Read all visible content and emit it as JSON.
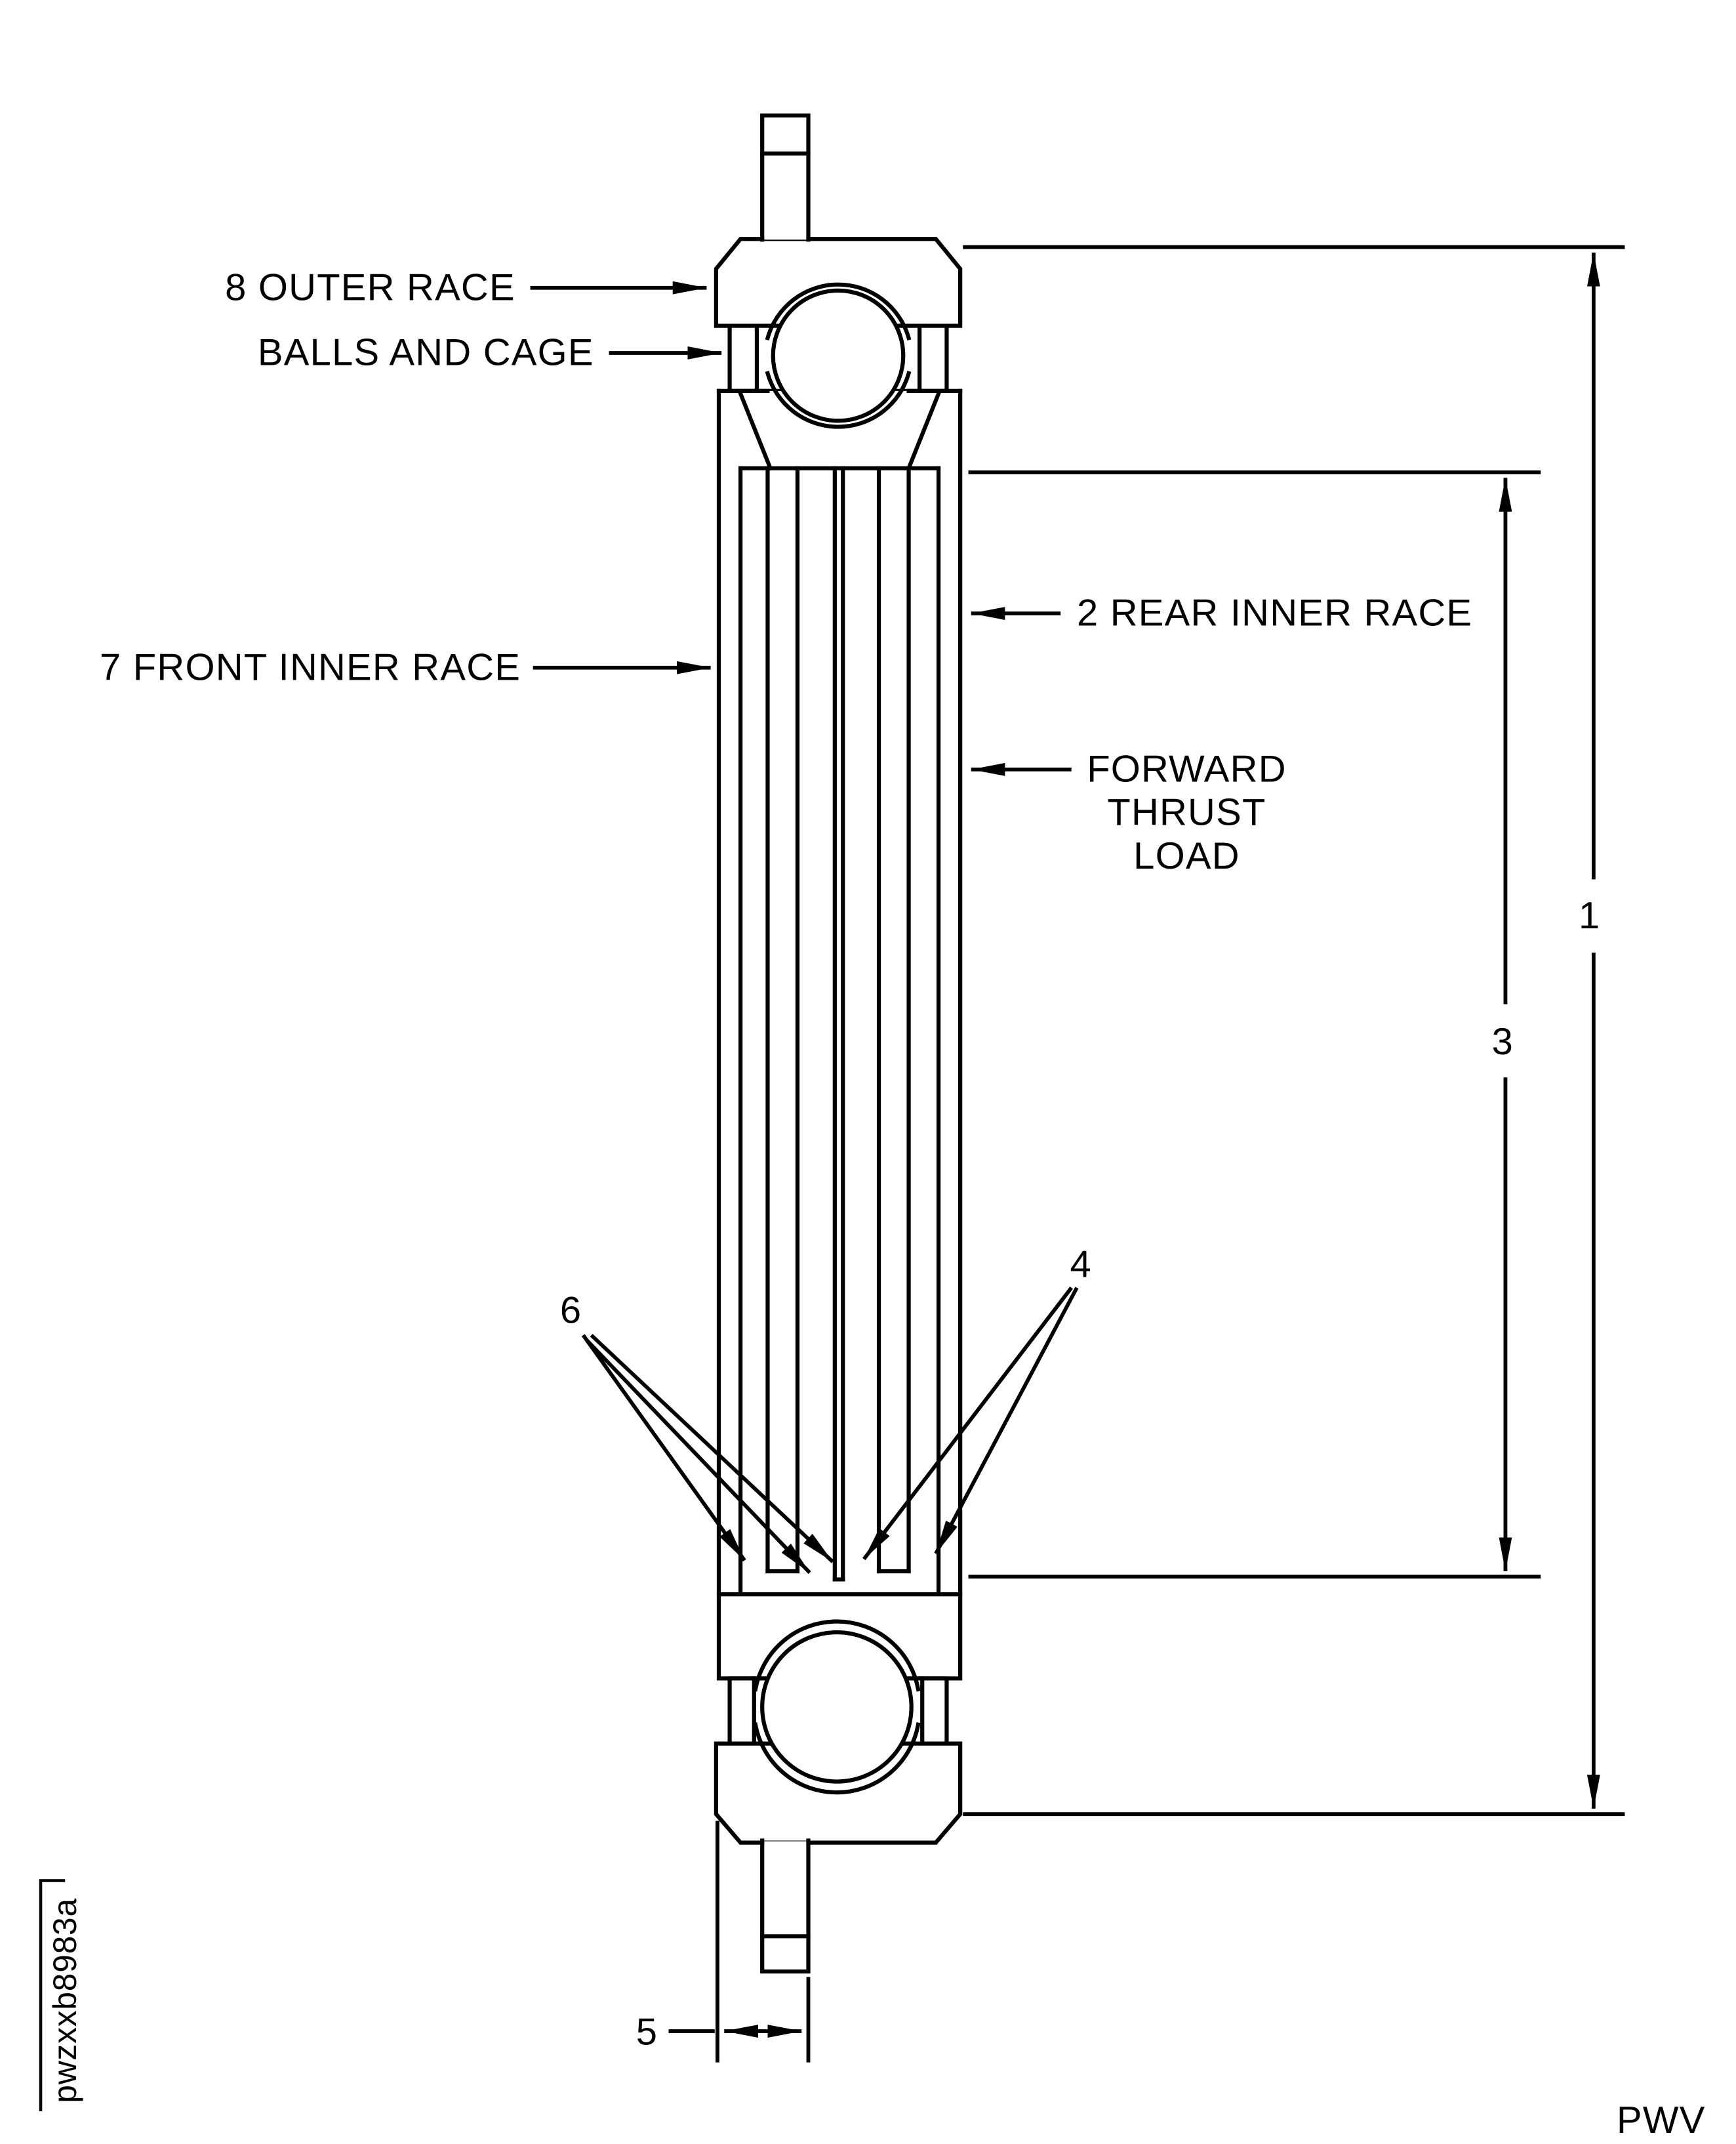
{
  "figure": {
    "labels": {
      "outer_race": "8 OUTER RACE",
      "balls_and_cage": "BALLS AND CAGE",
      "front_inner_race": "7 FRONT INNER RACE",
      "rear_inner_race": "2 REAR INNER RACE",
      "forward_thrust_1": "FORWARD",
      "forward_thrust_2": "THRUST",
      "forward_thrust_3": "LOAD",
      "dim_1": "1",
      "dim_3": "3",
      "callout_4": "4",
      "dim_5": "5",
      "callout_6": "6",
      "figure_code": "pwzxxb8983a",
      "footer_code": "PWV"
    },
    "colors": {
      "line": "#000000",
      "background": "#ffffff"
    }
  }
}
